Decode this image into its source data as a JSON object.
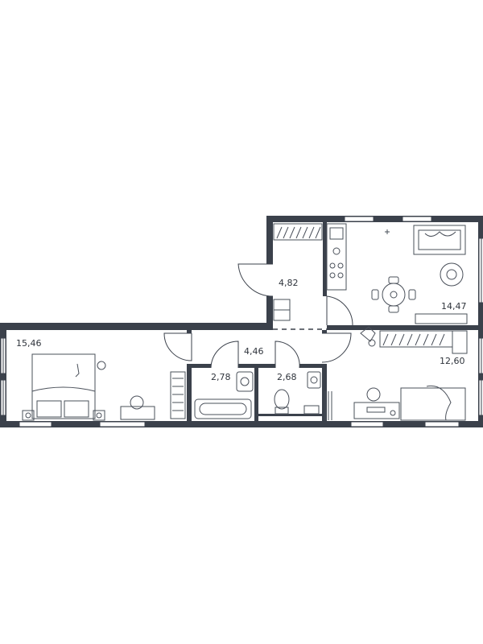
{
  "rooms": [
    {
      "id": "living-kitchen",
      "area": "14,47"
    },
    {
      "id": "entry-hall",
      "area": "4,82"
    },
    {
      "id": "bedroom-left",
      "area": "15,46"
    },
    {
      "id": "corridor",
      "area": "4,46"
    },
    {
      "id": "bathroom",
      "area": "2,78"
    },
    {
      "id": "toilet",
      "area": "2,68"
    },
    {
      "id": "bedroom-right",
      "area": "12,60"
    }
  ],
  "colors": {
    "wall": "#3b414b",
    "background": "#ffffff"
  }
}
